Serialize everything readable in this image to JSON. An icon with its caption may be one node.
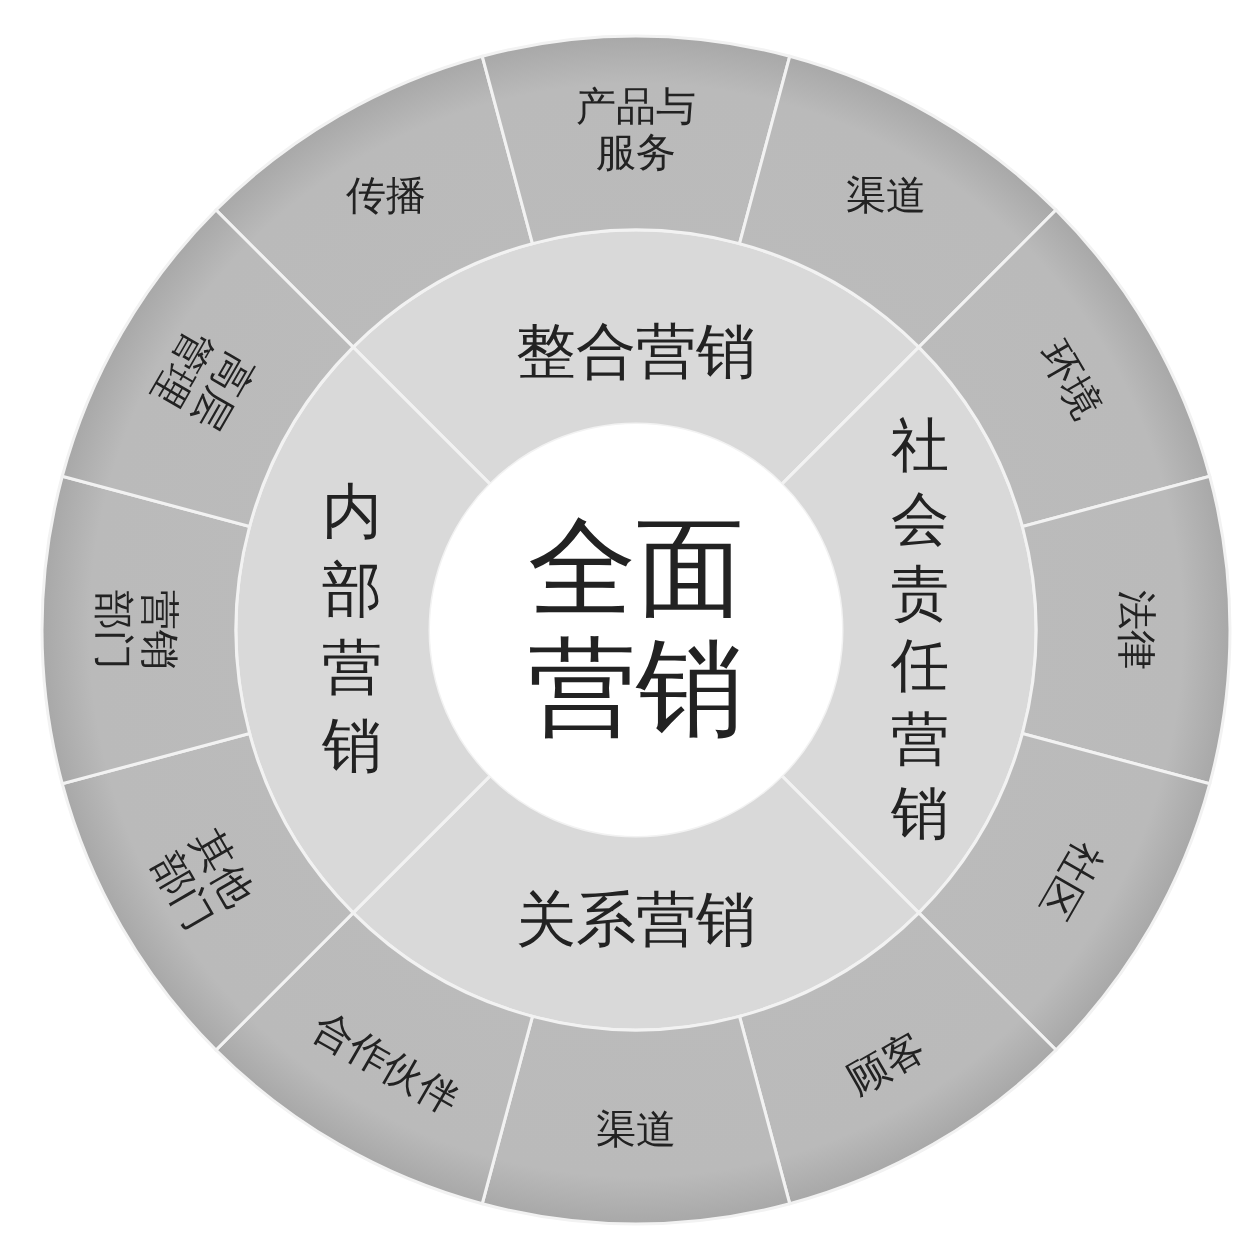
{
  "diagram": {
    "nodes": [
      {
        "text": [
          "全面营销"
        ]
      },
      {
        "text": [
          "整合营销"
        ]
      },
      {
        "text": [
          "社会责任营销"
        ]
      },
      {
        "text": [
          "关系营销"
        ]
      },
      {
        "text": [
          "内部营销"
        ]
      },
      {
        "text": [
          "传播"
        ]
      },
      {
        "text": [
          "产品与服务"
        ]
      },
      {
        "text": [
          "渠道"
        ]
      },
      {
        "text": [
          "环境"
        ]
      },
      {
        "text": [
          "法律"
        ]
      },
      {
        "text": [
          "社区"
        ]
      },
      {
        "text": [
          "顾客"
        ]
      },
      {
        "text": [
          "渠道"
        ]
      },
      {
        "text": [
          "合作伙伴"
        ]
      },
      {
        "text": [
          "其他部门"
        ]
      },
      {
        "text": [
          "营销部门"
        ]
      },
      {
        "text": [
          "高层管理"
        ]
      }
    ]
  }
}
